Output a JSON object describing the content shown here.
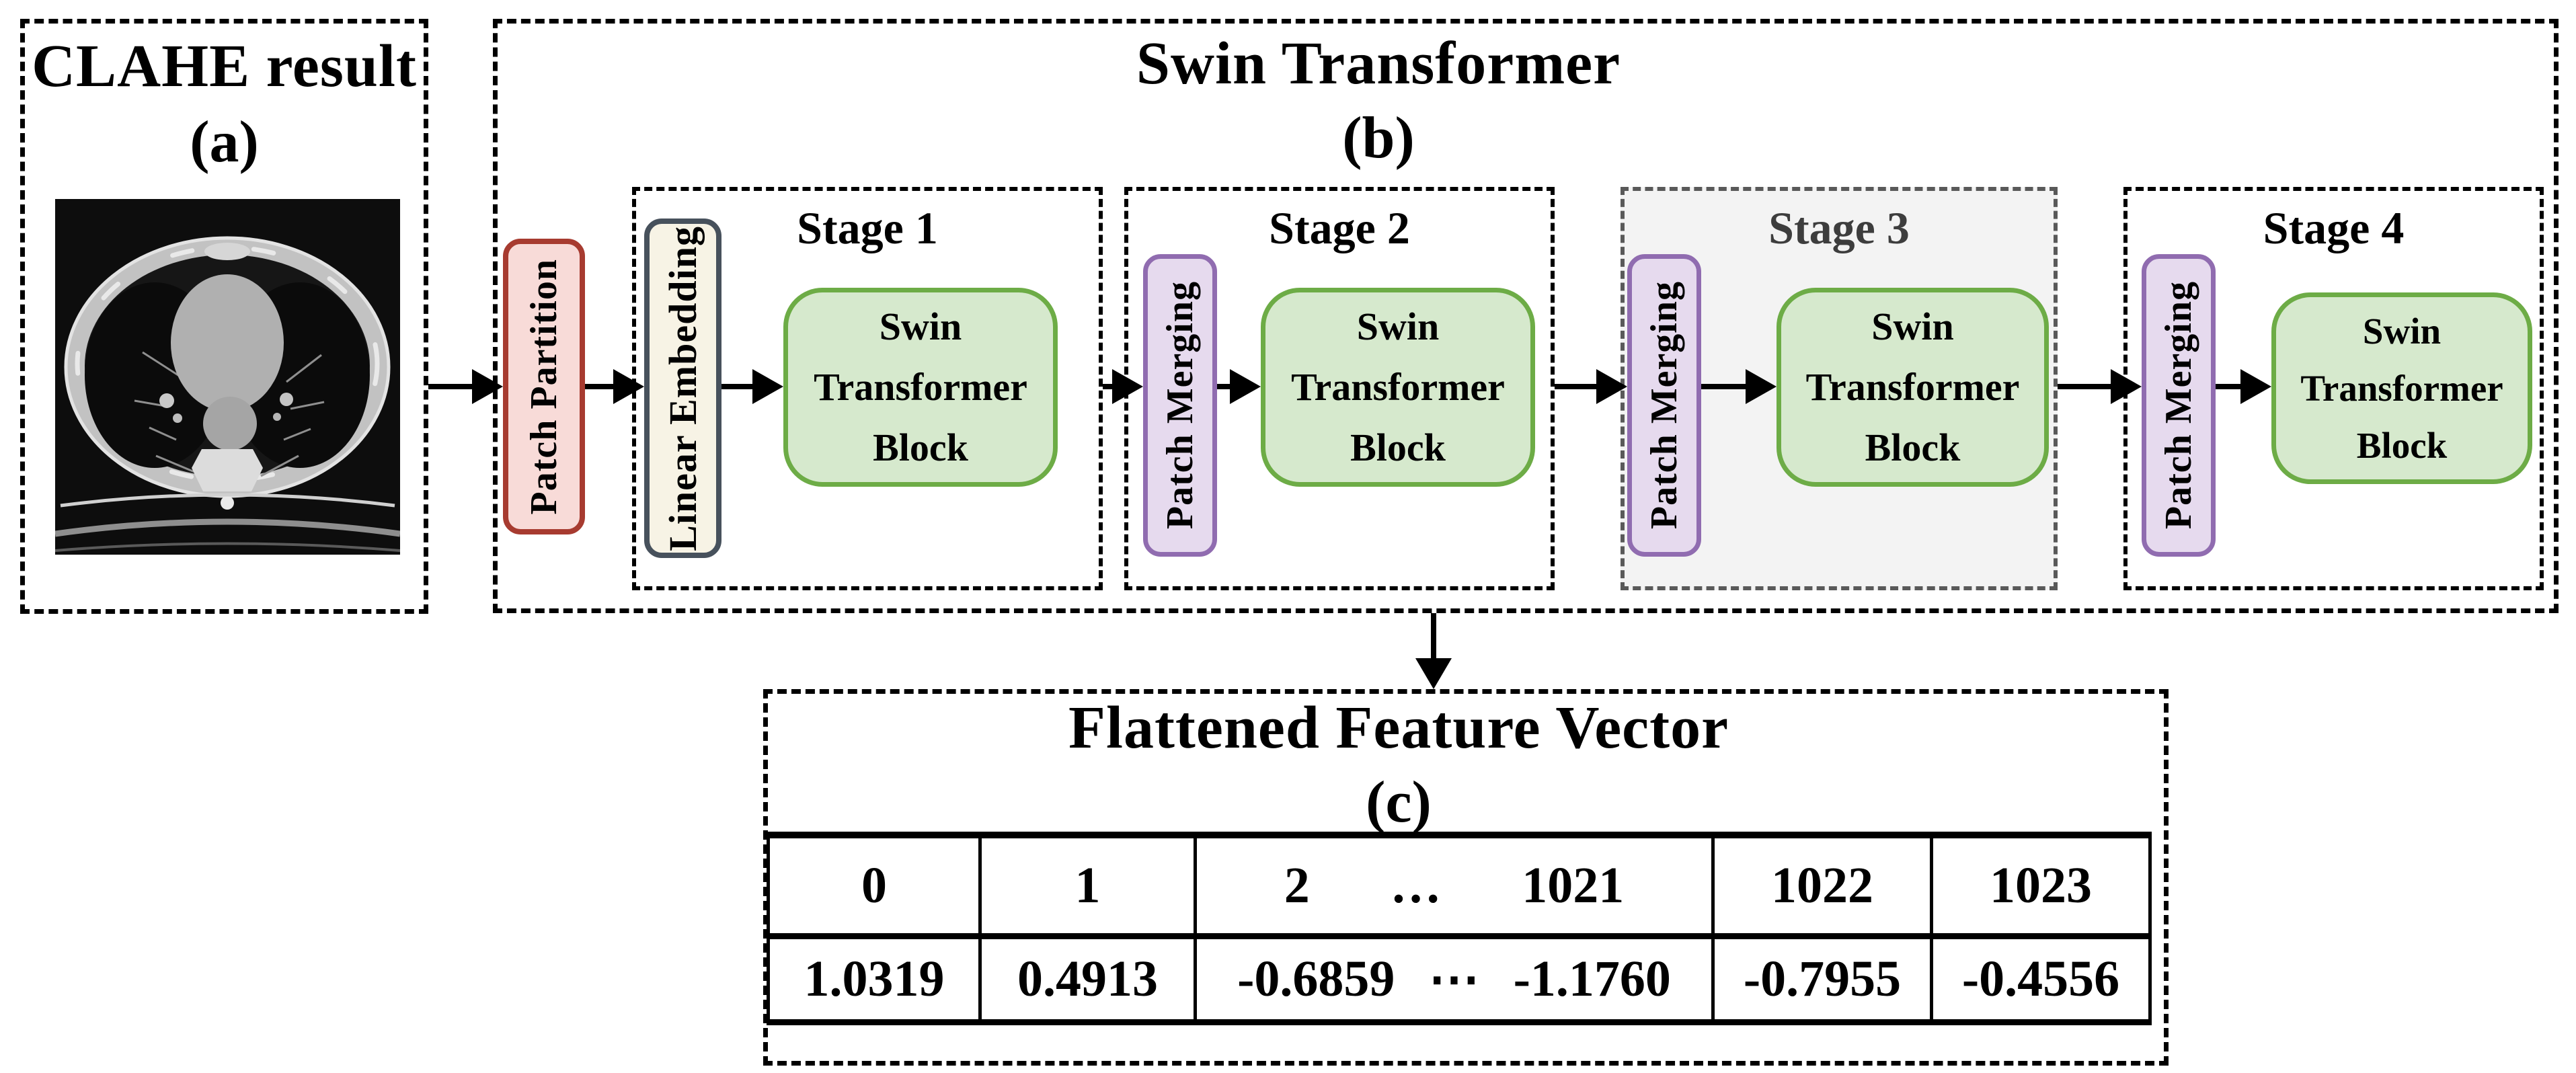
{
  "colors": {
    "patch_partition_fill": "#f8dbd8",
    "patch_partition_border": "#a73b30",
    "linear_embedding_fill": "#f7f3e5",
    "linear_embedding_border": "#47515c",
    "patch_merging_fill": "#e6daee",
    "patch_merging_border": "#906cb0",
    "block_fill": "#d6e9cd",
    "block_border": "#6dac46",
    "stage3_background": "#f3f3f3",
    "stage3_border": "#595959",
    "outline": "#000000"
  },
  "panel_a": {
    "title": "CLAHE result",
    "tag": "(a)"
  },
  "panel_b": {
    "title": "Swin Transformer",
    "tag": "(b)",
    "patch_partition_label": "Patch Partition",
    "block_lines": [
      "Swin",
      "Transformer",
      "Block"
    ],
    "stages": [
      {
        "title": "Stage 1",
        "side_label": "Linear Embedding"
      },
      {
        "title": "Stage 2",
        "side_label": "Patch Merging"
      },
      {
        "title": "Stage 3",
        "side_label": "Patch Merging"
      },
      {
        "title": "Stage 4",
        "side_label": "Patch Merging"
      }
    ]
  },
  "panel_c": {
    "title": "Flattened Feature Vector",
    "tag": "(c)",
    "table": {
      "header": [
        "0",
        "1",
        "2",
        "…",
        "1021",
        "1022",
        "1023"
      ],
      "values": [
        "1.0319",
        "0.4913",
        "-0.6859",
        "⋯",
        "-1.1760",
        "-0.7955",
        "-0.4556"
      ]
    }
  }
}
